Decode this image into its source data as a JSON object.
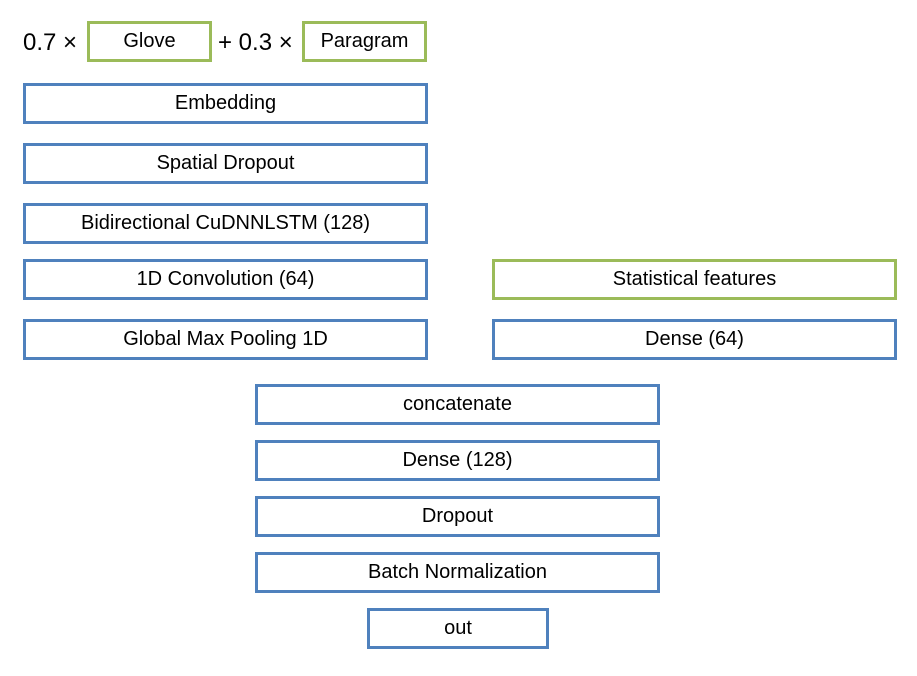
{
  "colors": {
    "layer_border": "#4f81bd",
    "input_border": "#9bbb59",
    "text": "#000000",
    "background": "#ffffff"
  },
  "weighted_embedding": {
    "coef1": "0.7 ×",
    "glove": "Glove",
    "coef2": "+ 0.3 ×",
    "paragram": "Paragram"
  },
  "text_branch": {
    "embedding": "Embedding",
    "spatial_dropout": "Spatial Dropout",
    "bilstm": "Bidirectional CuDNNLSTM (128)",
    "conv1d": "1D Convolution (64)",
    "global_max_pool": "Global Max Pooling 1D"
  },
  "feature_branch": {
    "statistical_features": "Statistical features",
    "dense_64": "Dense (64)"
  },
  "head": {
    "concatenate": "concatenate",
    "dense_128": "Dense (128)",
    "dropout": "Dropout",
    "batch_norm": "Batch Normalization",
    "out": "out"
  }
}
